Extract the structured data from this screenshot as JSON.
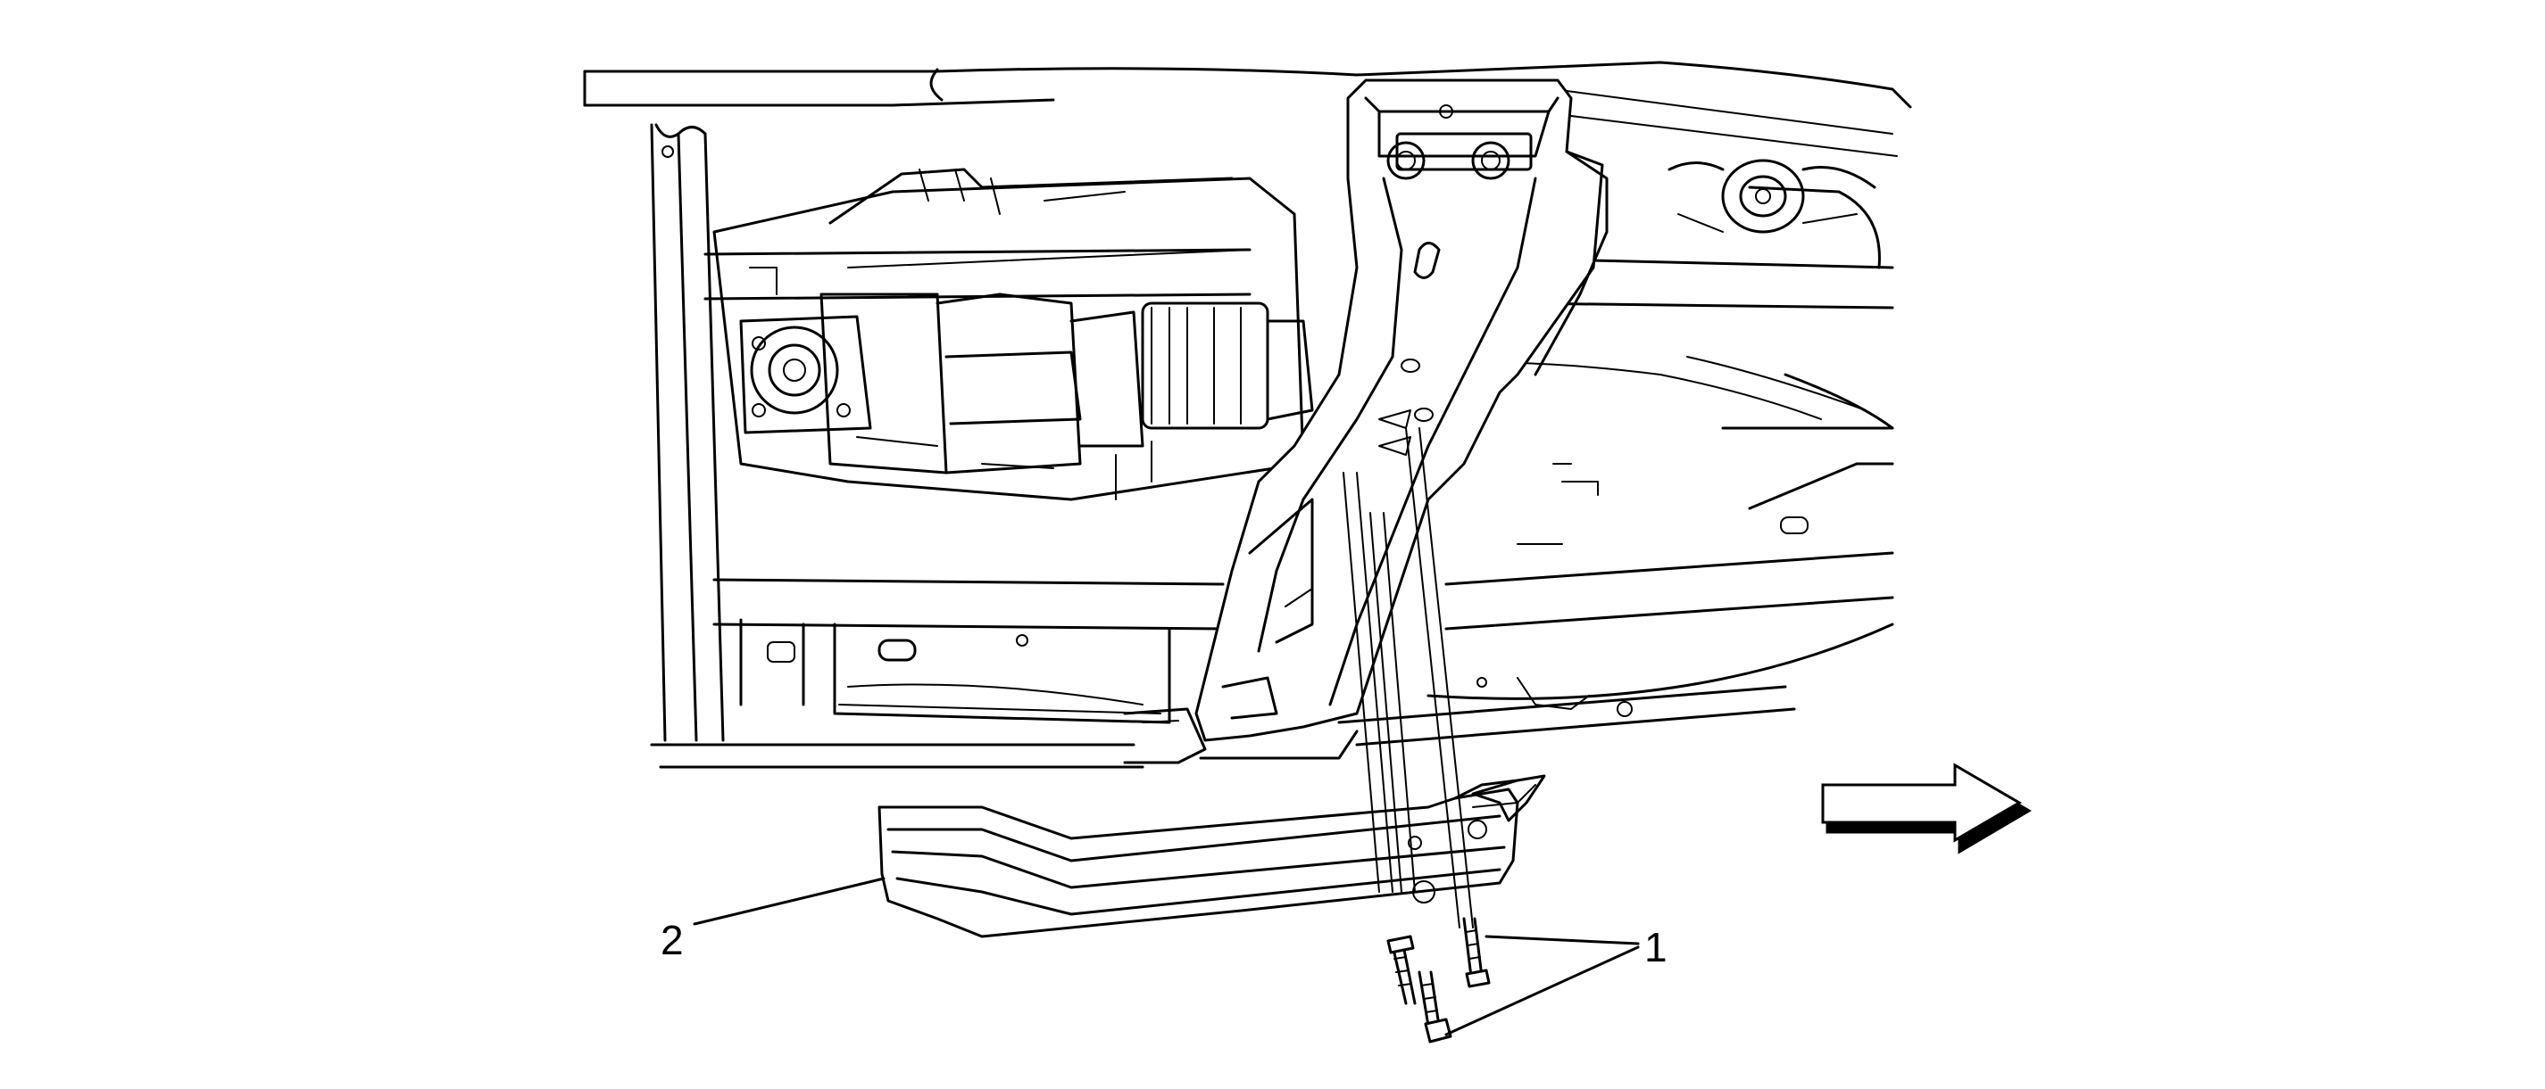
{
  "callouts": [
    {
      "id": "1",
      "label": "1"
    },
    {
      "id": "2",
      "label": "2"
    }
  ],
  "direction_arrow": {
    "icon": "arrow-right-icon"
  },
  "colors": {
    "line": "#000000",
    "background": "#ffffff"
  }
}
